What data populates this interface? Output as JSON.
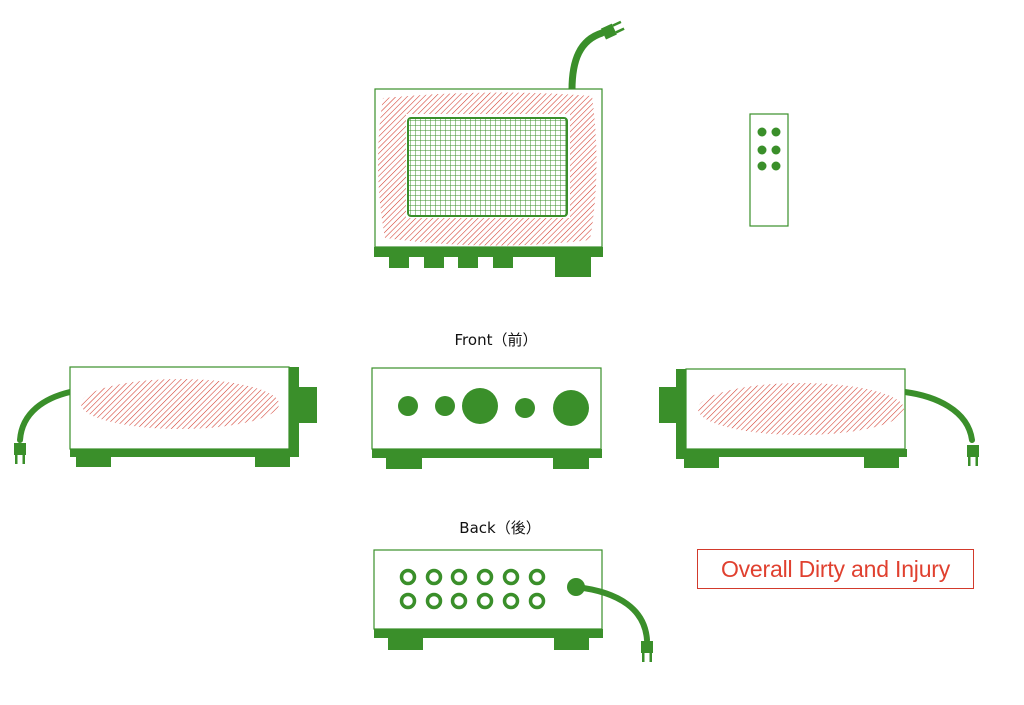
{
  "labels": {
    "front": "Front（前）",
    "back": "Back（後）"
  },
  "note": {
    "text": "Overall Dirty and Injury"
  },
  "colors": {
    "device": "#3a8f2a",
    "damage": "#d23a2c",
    "note_text": "#e0402f",
    "background": "#ffffff"
  },
  "icons": {
    "top_view": "amplifier-top-view-icon",
    "remote": "remote-control-icon",
    "left_side": "amplifier-left-side-icon",
    "front": "amplifier-front-icon",
    "right_side": "amplifier-right-side-icon",
    "back": "amplifier-back-icon",
    "plug": "power-plug-icon"
  }
}
